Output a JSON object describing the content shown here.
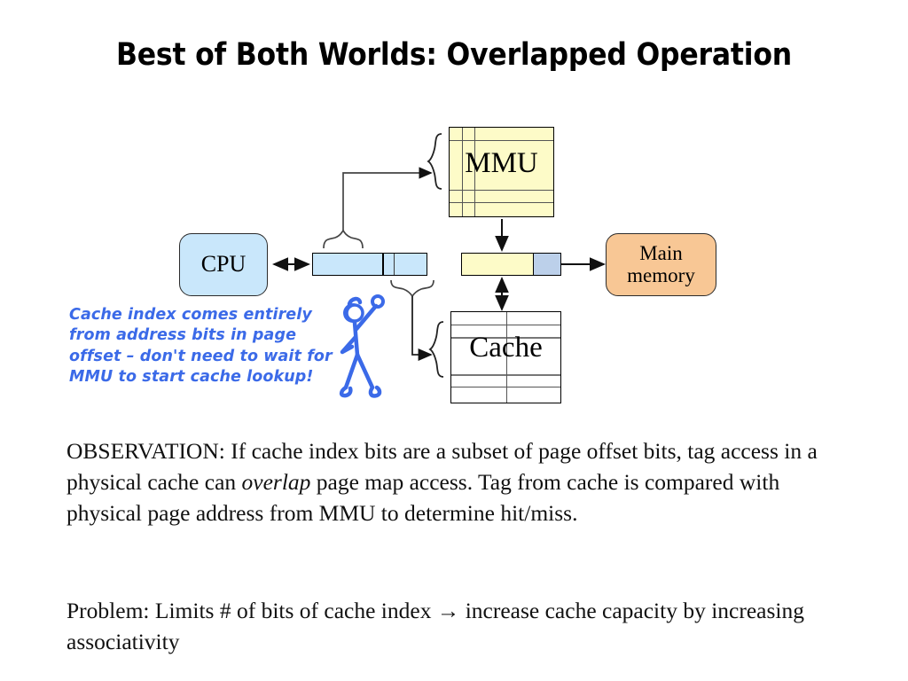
{
  "slide": {
    "title": "Best of Both Worlds: Overlapped Operation"
  },
  "diagram": {
    "nodes": {
      "cpu": {
        "label": "CPU",
        "color": "#c9e7fb"
      },
      "mmu": {
        "label": "MMU",
        "color": "#fdfbc8"
      },
      "cache": {
        "label": "Cache",
        "color": "#ffffff"
      },
      "main_memory": {
        "label": "Main\nmemory",
        "label_line1": "Main",
        "label_line2": "memory",
        "color": "#f8c795"
      }
    },
    "bars": {
      "virtual_address": {
        "color": "#c9e7fb",
        "segments": 3
      },
      "physical_address": {
        "tag_color": "#fdfbc8",
        "offset_color": "#bcd0ea",
        "segments": 2
      }
    },
    "note": {
      "text": "Cache index comes entirely from address bits in page offset – don't need to wait for MMU to start cache lookup!",
      "color": "#3b6ae8"
    },
    "figure": {
      "name": "stick-figure",
      "color": "#3b6ae8"
    }
  },
  "body": {
    "observation_before_italic": "OBSERVATION: If cache index bits  are a subset of page offset bits, tag access in a physical cache can ",
    "observation_italic": "overlap",
    "observation_after_italic": "  page map access.  Tag from cache is compared with physical page address from MMU to determine hit/miss.",
    "problem": "Problem: Limits # of bits of cache index → increase cache capacity by increasing associativity"
  }
}
